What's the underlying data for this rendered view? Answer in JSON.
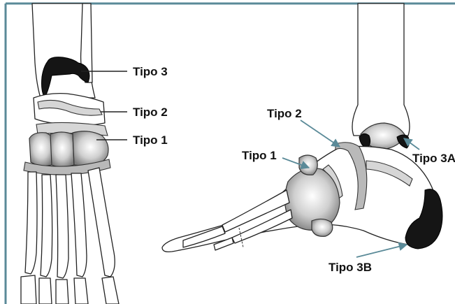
{
  "labels": {
    "front_tipo3": "Tipo 3",
    "front_tipo2": "Tipo 2",
    "front_tipo1": "Tipo 1",
    "side_tipo2": "Tipo 2",
    "side_tipo1": "Tipo 1",
    "side_tipo3a": "Tipo 3A",
    "side_tipo3b": "Tipo 3B"
  },
  "colors": {
    "frame": "#5a8a98",
    "arrow": "#5a8a98",
    "bone_outline": "#222222",
    "affected_region": "#151515",
    "joint_highlight": "#b9b9b9"
  }
}
